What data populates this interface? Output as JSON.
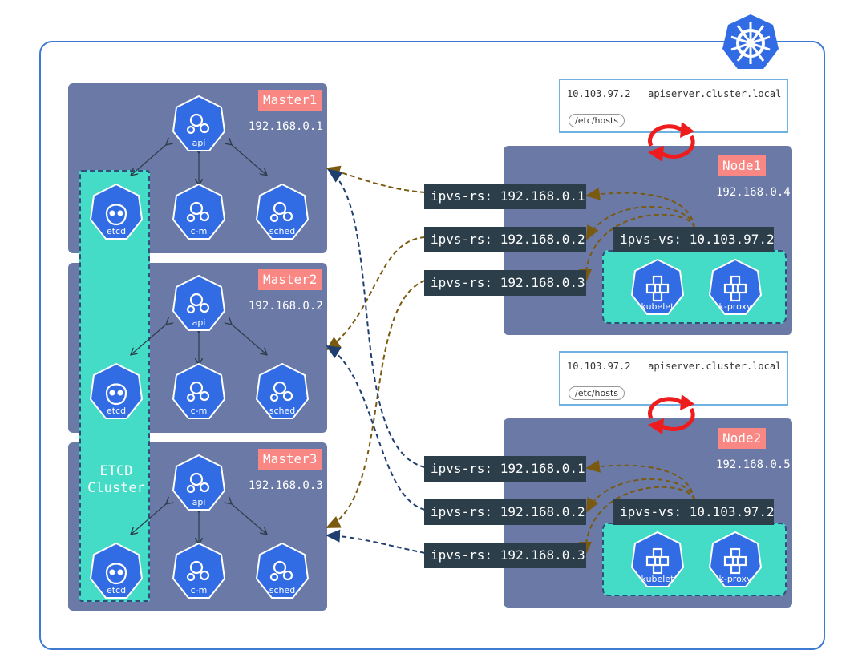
{
  "masters": [
    {
      "label": "Master1",
      "ip": "192.168.0.1",
      "components": [
        "api",
        "c-m",
        "sched"
      ],
      "etcd": "etcd"
    },
    {
      "label": "Master2",
      "ip": "192.168.0.2",
      "components": [
        "api",
        "c-m",
        "sched"
      ],
      "etcd": "etcd"
    },
    {
      "label": "Master3",
      "ip": "192.168.0.3",
      "components": [
        "api",
        "c-m",
        "sched"
      ],
      "etcd": "etcd"
    }
  ],
  "etcd_cluster_label": "ETCD\nCluster",
  "nodes": [
    {
      "label": "Node1",
      "ip": "192.168.0.4",
      "vs": "ipvs-vs: 10.103.97.2",
      "rs": [
        "ipvs-rs: 192.168.0.1",
        "ipvs-rs: 192.168.0.2",
        "ipvs-rs: 192.168.0.3"
      ],
      "pods": [
        "kubelet",
        "k-proxy"
      ],
      "hosts": {
        "line": "10.103.97.2   apiserver.cluster.local",
        "file": "/etc/hosts"
      }
    },
    {
      "label": "Node2",
      "ip": "192.168.0.5",
      "vs": "ipvs-vs: 10.103.97.2",
      "rs": [
        "ipvs-rs: 192.168.0.1",
        "ipvs-rs: 192.168.0.2",
        "ipvs-rs: 192.168.0.3"
      ],
      "pods": [
        "kubelet",
        "k-proxy"
      ],
      "hosts": {
        "line": "10.103.97.2   apiserver.cluster.local",
        "file": "/etc/hosts"
      }
    }
  ],
  "colors": {
    "panel": "#6b79a6",
    "teal": "#45dcc7",
    "tag": "#f98885",
    "k8s_blue": "#326ce5",
    "dark": "#2c3e4a",
    "brown": "#7a5a10",
    "navy": "#1f3f6e",
    "sync_red": "#ee1c1c"
  }
}
